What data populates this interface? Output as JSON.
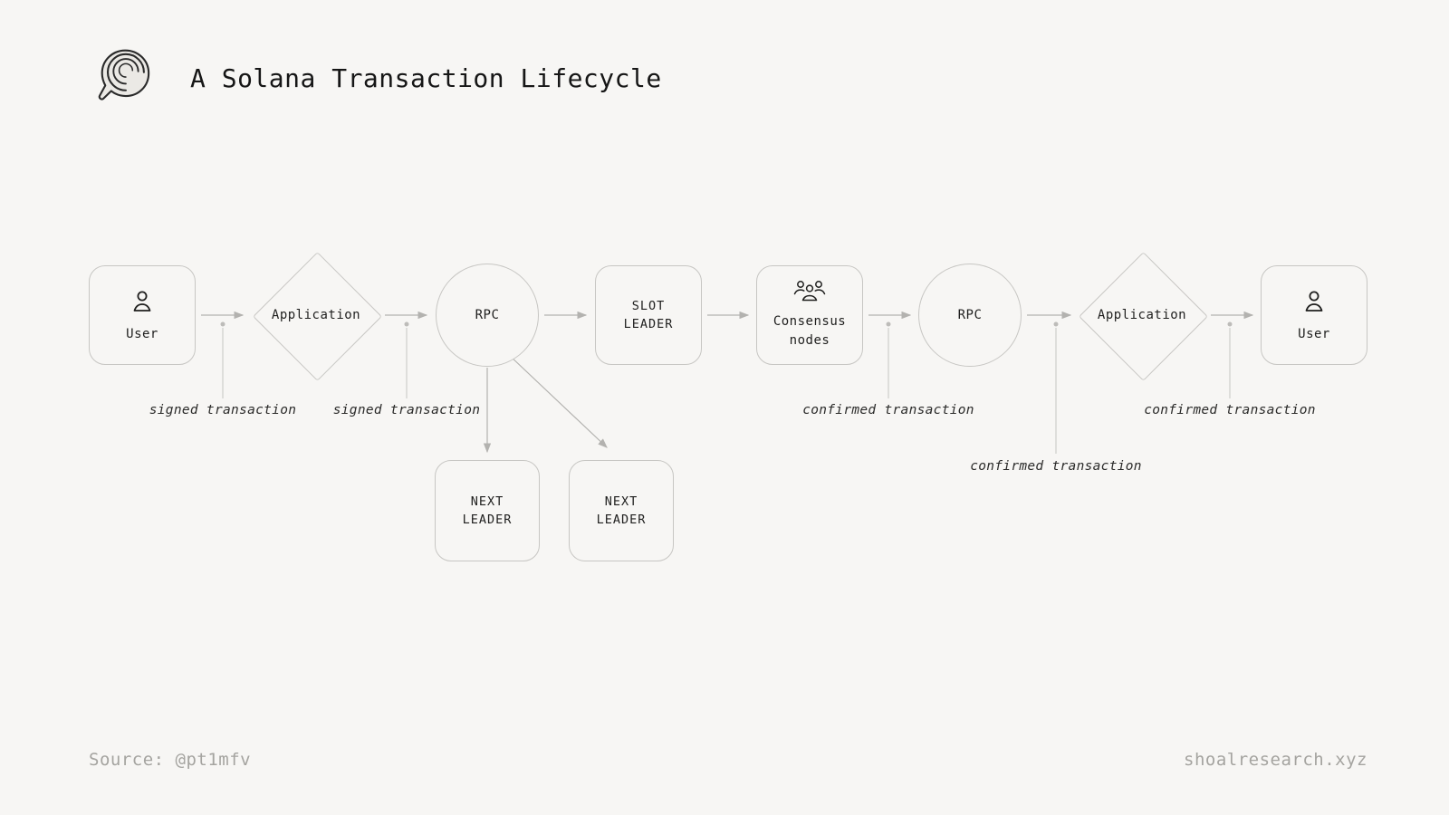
{
  "header": {
    "title": "A Solana Transaction Lifecycle"
  },
  "flow": {
    "user_left": {
      "label": "User"
    },
    "application_left": {
      "label": "Application"
    },
    "rpc_left": {
      "label": "RPC"
    },
    "slot_leader": {
      "label": "SLOT\nLEADER"
    },
    "consensus": {
      "label": "Consensus\nnodes"
    },
    "rpc_right": {
      "label": "RPC"
    },
    "application_right": {
      "label": "Application"
    },
    "user_right": {
      "label": "User"
    },
    "next_leader_1": {
      "label": "NEXT\nLEADER"
    },
    "next_leader_2": {
      "label": "NEXT\nLEADER"
    }
  },
  "edge_labels": {
    "signed_1": "signed transaction",
    "signed_2": "signed transaction",
    "confirmed_1": "confirmed transaction",
    "confirmed_2": "confirmed transaction",
    "confirmed_3": "confirmed transaction"
  },
  "footer": {
    "source": "Source: @pt1mfv",
    "website": "shoalresearch.xyz"
  },
  "colors": {
    "background": "#f7f6f4",
    "node_border": "#c7c6c3",
    "arrow": "#b3b2af",
    "text": "#1f1f1e",
    "muted": "#a5a4a0"
  }
}
